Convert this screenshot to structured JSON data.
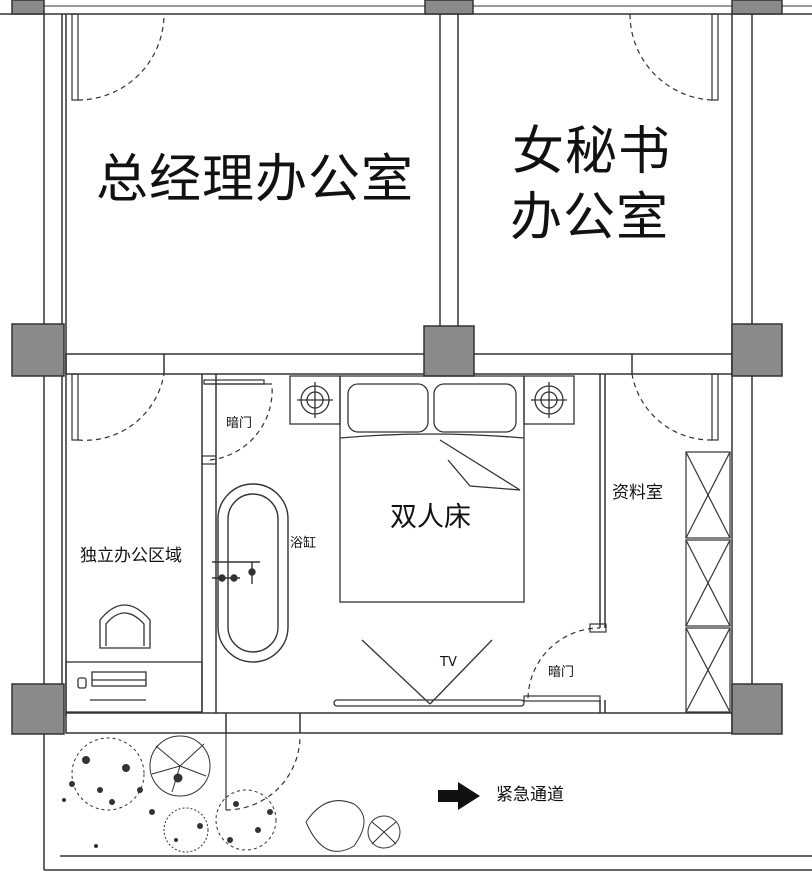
{
  "rooms": {
    "gm_office": "总经理办公室",
    "secretary_office_line1": "女秘书",
    "secretary_office_line2": "办公室",
    "double_bed": "双人床",
    "archive_room": "资料室",
    "independent_office_area": "独立办公区域",
    "bathtub": "浴缸",
    "hidden_door_top": "暗门",
    "hidden_door_bottom": "暗门",
    "tv": "TV",
    "emergency_exit": "紧急通道"
  },
  "colors": {
    "wall": "#333333",
    "column_fill": "#8a8a8a",
    "line": "#222222",
    "background": "#ffffff"
  },
  "icons": {
    "exit_arrow": "right-arrow-icon",
    "plants": "plant-cluster-icon"
  }
}
